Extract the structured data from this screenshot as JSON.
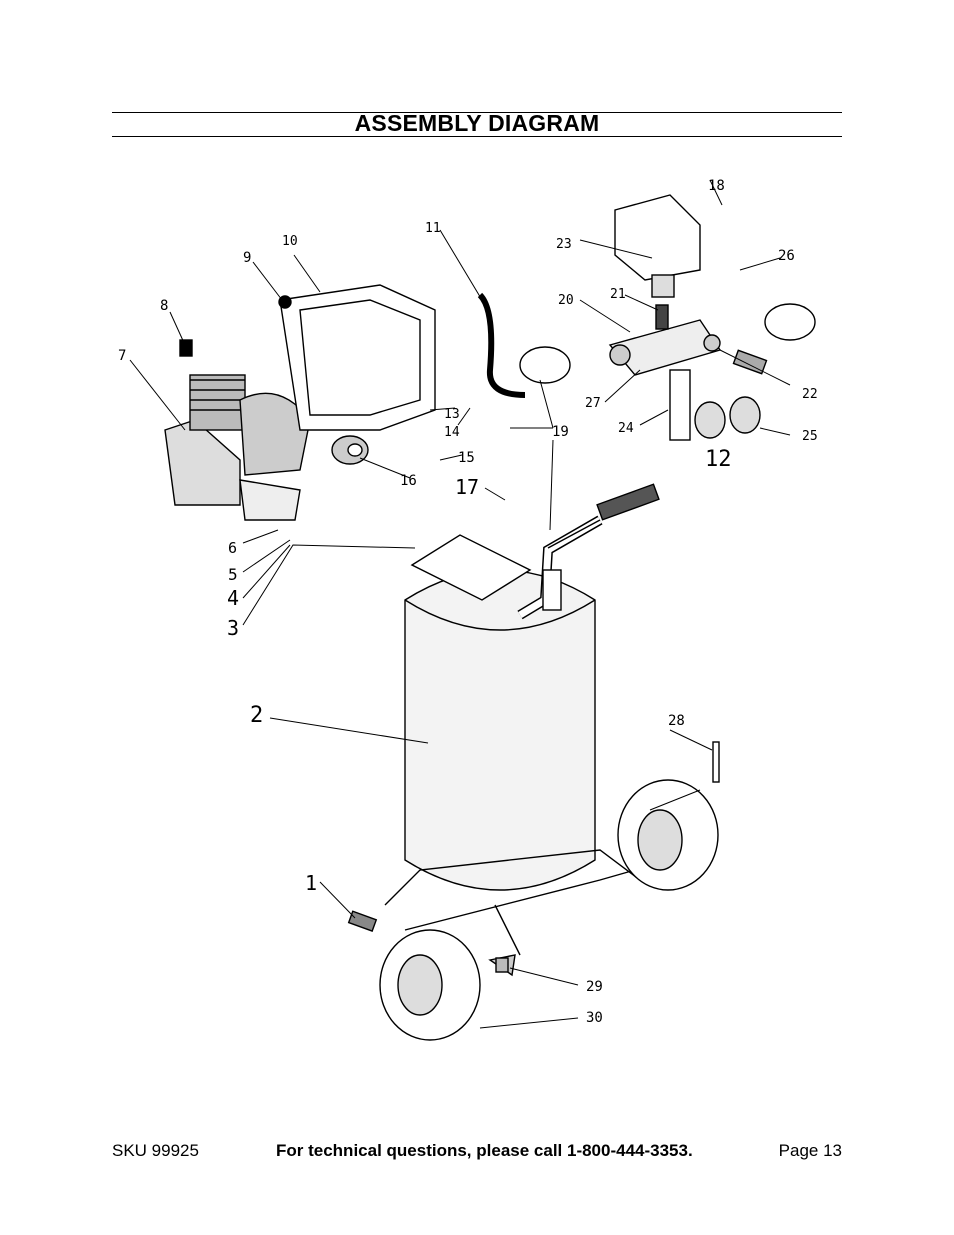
{
  "title": "ASSEMBLY DIAGRAM",
  "diagram": {
    "part_numbers": [
      "1",
      "2",
      "3",
      "4",
      "5",
      "6",
      "7",
      "8",
      "9",
      "10",
      "11",
      "12",
      "13",
      "14",
      "15",
      "16",
      "17",
      "18",
      "19",
      "20",
      "21",
      "22",
      "23",
      "24",
      "25",
      "26",
      "27",
      "28",
      "29",
      "30"
    ]
  },
  "footer": {
    "sku": "SKU 99925",
    "support": "For technical questions, please call 1-800-444-3353.",
    "page": "Page 13"
  }
}
